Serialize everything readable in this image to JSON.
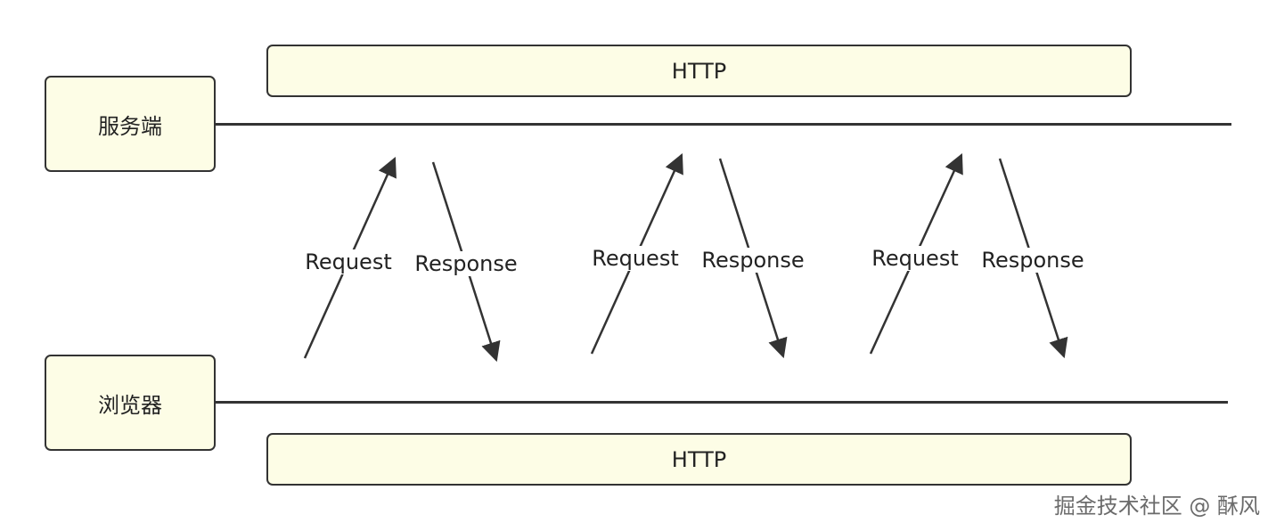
{
  "protocol_bars": {
    "top": "HTTP",
    "bottom": "HTTP"
  },
  "nodes": {
    "server": "服务端",
    "browser": "浏览器"
  },
  "exchanges": [
    {
      "request": "Request",
      "response": "Response"
    },
    {
      "request": "Request",
      "response": "Response"
    },
    {
      "request": "Request",
      "response": "Response"
    }
  ],
  "watermark": "掘金技术社区 @ 酥风",
  "colors": {
    "box_fill": "#fdfde6",
    "stroke": "#333333"
  }
}
